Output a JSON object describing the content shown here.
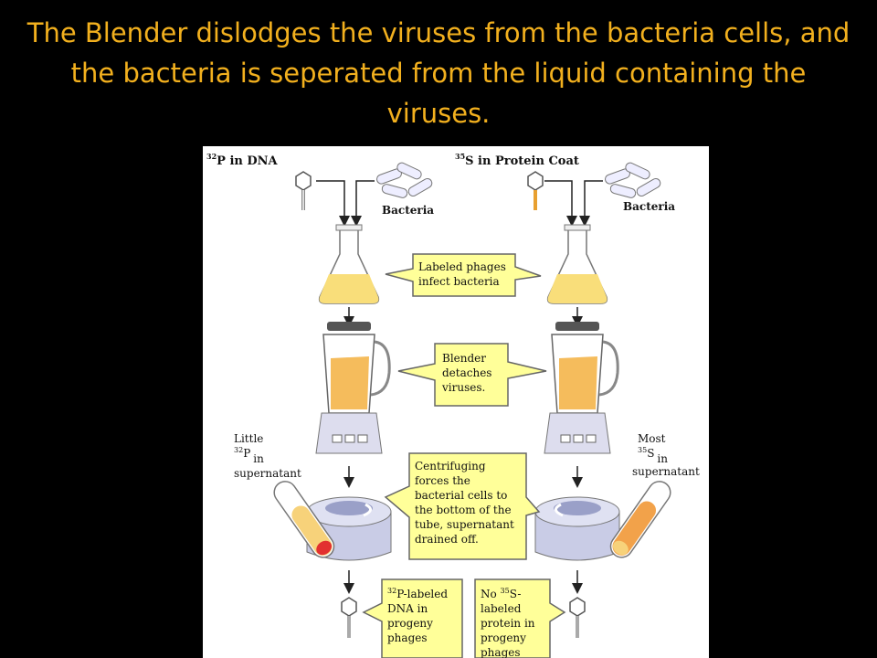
{
  "slide": {
    "title": "The Blender dislodges the viruses from the bacteria cells, and the bacteria is seperated from the liquid containing the viruses."
  },
  "diagram": {
    "left_header": {
      "sup": "32",
      "text": "P in DNA"
    },
    "right_header": {
      "sup": "35",
      "text": "S in Protein Coat"
    },
    "bacteria_left": "Bacteria",
    "bacteria_right": "Bacteria",
    "callouts": {
      "infect": [
        "Labeled phages",
        "infect bacteria"
      ],
      "blender": [
        "Blender",
        "detaches",
        "viruses."
      ],
      "centrifuge": [
        "Centrifuging",
        "forces the",
        "bacterial cells to",
        "the bottom of the",
        "tube, supernatant",
        "drained off."
      ],
      "dna": {
        "sup": "32",
        "lines": [
          "P-labeled",
          "DNA in",
          "progeny",
          "phages"
        ]
      },
      "protein": {
        "prefix": "No ",
        "sup": "35",
        "lines": [
          "S-",
          "labeled",
          "protein in",
          "progeny",
          "phages"
        ]
      }
    },
    "supernatant_left": {
      "line1": "Little",
      "sup": "32",
      "line2": "P",
      "line3": "in",
      "line4": "supernatant"
    },
    "supernatant_right": {
      "line1": "Most",
      "sup": "35",
      "line2": "S",
      "line3": "in",
      "line4": "supernatant"
    },
    "colors": {
      "title": "#f2b01e",
      "callout_fill": "#ffff99",
      "liquid": "#f7c85a",
      "machine": "#c9cce6"
    }
  }
}
